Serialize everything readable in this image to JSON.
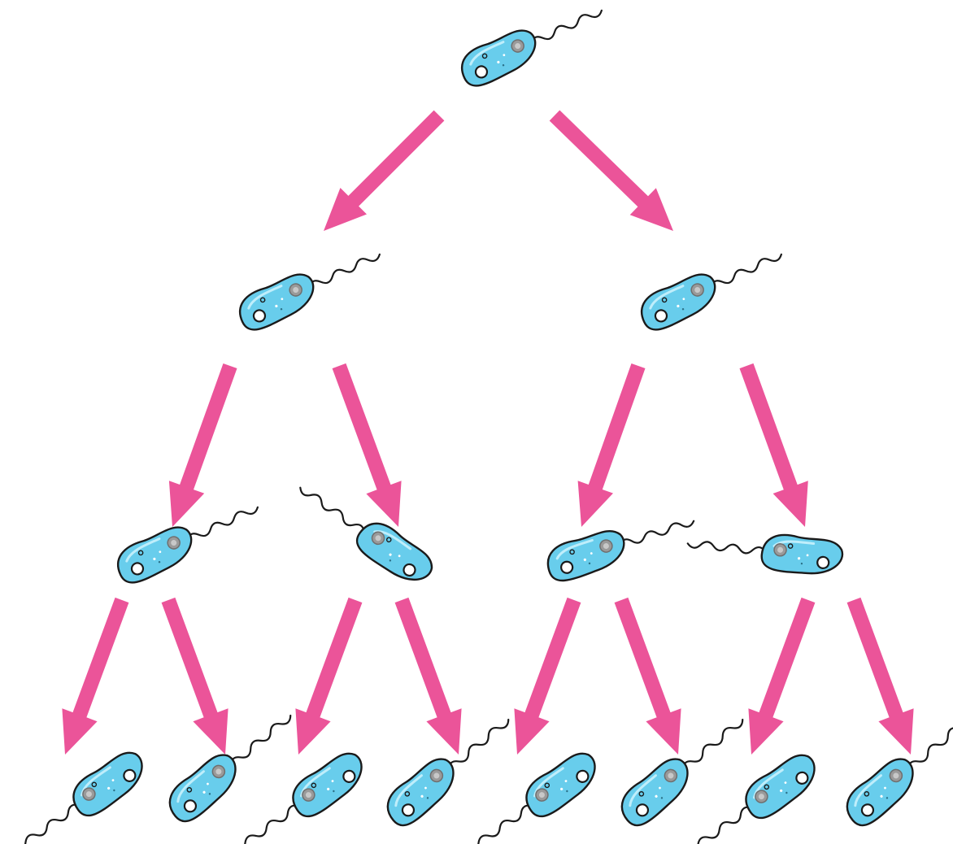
{
  "diagram": {
    "type": "binary-fission-tree",
    "generations": [
      1,
      2,
      4,
      8
    ],
    "colors": {
      "arrow": "#eb5499",
      "bacterium_fill": "#68cdec",
      "bacterium_outline": "#1a1a1a",
      "nucleus_gray": "#9a9a9a",
      "background": "#ffffff"
    }
  }
}
